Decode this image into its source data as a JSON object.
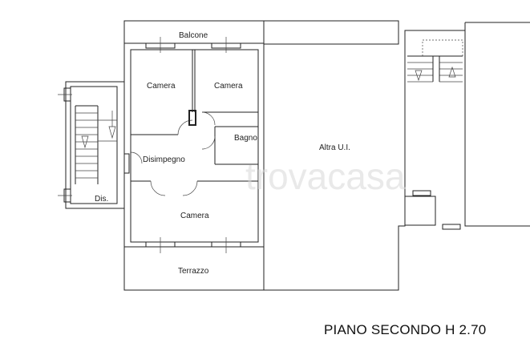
{
  "rooms": {
    "balcone": "Balcone",
    "camera_1": "Camera",
    "camera_2": "Camera",
    "bagno": "Bagno",
    "disimpegno": "Disimpegno",
    "dis": "Dis.",
    "camera_3": "Camera",
    "terrazzo": "Terrazzo",
    "altra_ui": "Altra U.I."
  },
  "caption": "PIANO SECONDO  H 2.70",
  "watermark": "trovacasa",
  "colors": {
    "line": "#222222",
    "watermark": "#d8d8d8"
  }
}
